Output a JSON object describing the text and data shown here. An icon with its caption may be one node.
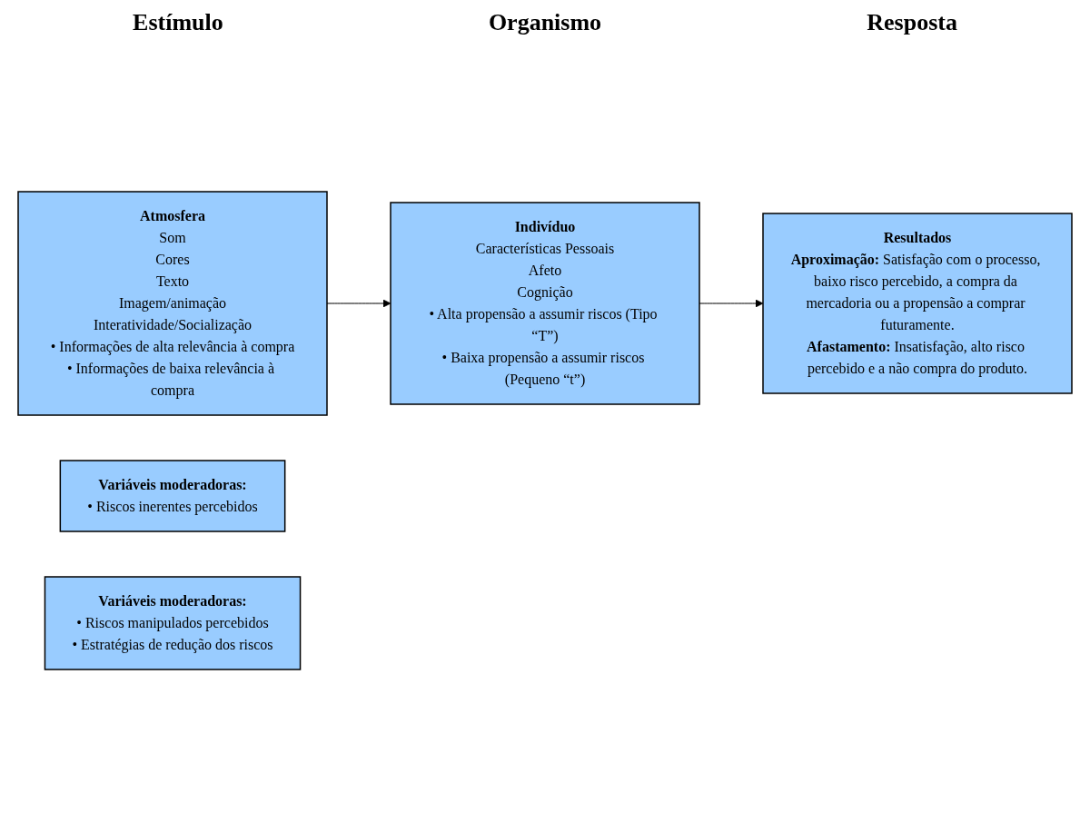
{
  "diagram": {
    "nodes": [
      {
        "text": [
          "Atmosfera",
          "Som",
          "Cores",
          "Texto",
          "Imagem/animação",
          "Interatividade/Socialização",
          "• Informações de alta relevância à compra",
          "• Informações de baixa relevância à compra"
        ]
      },
      {
        "text": [
          "Indivíduo",
          "Características Pessoais",
          "Afeto",
          "Cognição",
          "• Alta propensão a assumir riscos (Tipo “T”)",
          "• Baixa propensão a assumir riscos (Pequeno “t”)"
        ]
      },
      {
        "text": [
          "Resultados",
          "**Aproximação:** Satisfação com o processo, baixo risco percebido, a compra da mercadoria ou a propensão a comprar futuramente.",
          "**Afastamento:** Insatisfação, alto risco percebido e a não compra do produto."
        ]
      },
      {
        "text": [
          "Variáveis moderadoras:",
          "• Riscos inerentes percebidos"
        ]
      },
      {
        "text": [
          "Variáveis moderadoras:",
          "• Riscos manipulados percebidos",
          "• Estratégias de redução dos riscos"
        ]
      }
    ],
    "edges": [
      {
        "from": 0,
        "to": 1,
        "arrow": "to"
      },
      {
        "from": 1,
        "to": 2,
        "arrow": "to"
      }
    ],
    "labels": [
      "Estímulo",
      "Organismo",
      "Resposta"
    ]
  }
}
